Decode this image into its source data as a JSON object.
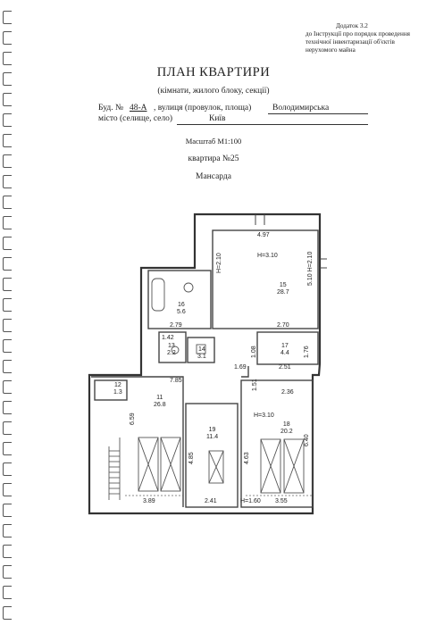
{
  "annex": {
    "lines": [
      "Додаток 3.2",
      "до Інструкції про порядок проведення",
      "технічної інвентаризації об'єктів",
      "нерухомого майна"
    ]
  },
  "header": {
    "title": "ПЛАН КВАРТИРИ",
    "subtitle": "(кімнати, жилого блоку, секції)"
  },
  "address": {
    "building_label": "Буд. №",
    "building_number": "48-А",
    "street_label": ", вулиця (провулок, площа)",
    "street_name": "Володимирська",
    "city_label": "місто (селище, село)",
    "city_name": "Київ"
  },
  "plan_meta": {
    "scale": "Масштаб М1:100",
    "apartment": "квартира №25",
    "floor": "Мансарда"
  },
  "rooms": [
    {
      "number": "15",
      "area": "28.7"
    },
    {
      "number": "16",
      "area": "5.6"
    },
    {
      "number": "13",
      "area": "2.2"
    },
    {
      "number": "14",
      "area": "3.1"
    },
    {
      "number": "17",
      "area": "4.4"
    },
    {
      "number": "12",
      "area": "1.3"
    },
    {
      "number": "11",
      "area": "26.8"
    },
    {
      "number": "19",
      "area": "11.4"
    },
    {
      "number": "18",
      "area": "20.2"
    }
  ],
  "dimensions": {
    "top": "4.97",
    "h_top": "H=3.10",
    "h_left": "H=2.10",
    "right_top": "5.10  H=2.10",
    "d_270": "2.70",
    "d_279": "2.79",
    "d_142": "1.42",
    "d_176": "1.76",
    "d_251": "2.51",
    "d_169": "1.69",
    "d_108": "1.08",
    "d_785": "7.85",
    "d_151": "1.51",
    "d_236": "2.36",
    "h_mid": "H=3.10",
    "d_659": "6.59",
    "d_485": "4.85",
    "d_463": "4.63",
    "d_640": "6.40",
    "d_389": "3.89",
    "d_241": "2.41",
    "h_bottom": "H=1.60",
    "d_355": "3.55"
  }
}
